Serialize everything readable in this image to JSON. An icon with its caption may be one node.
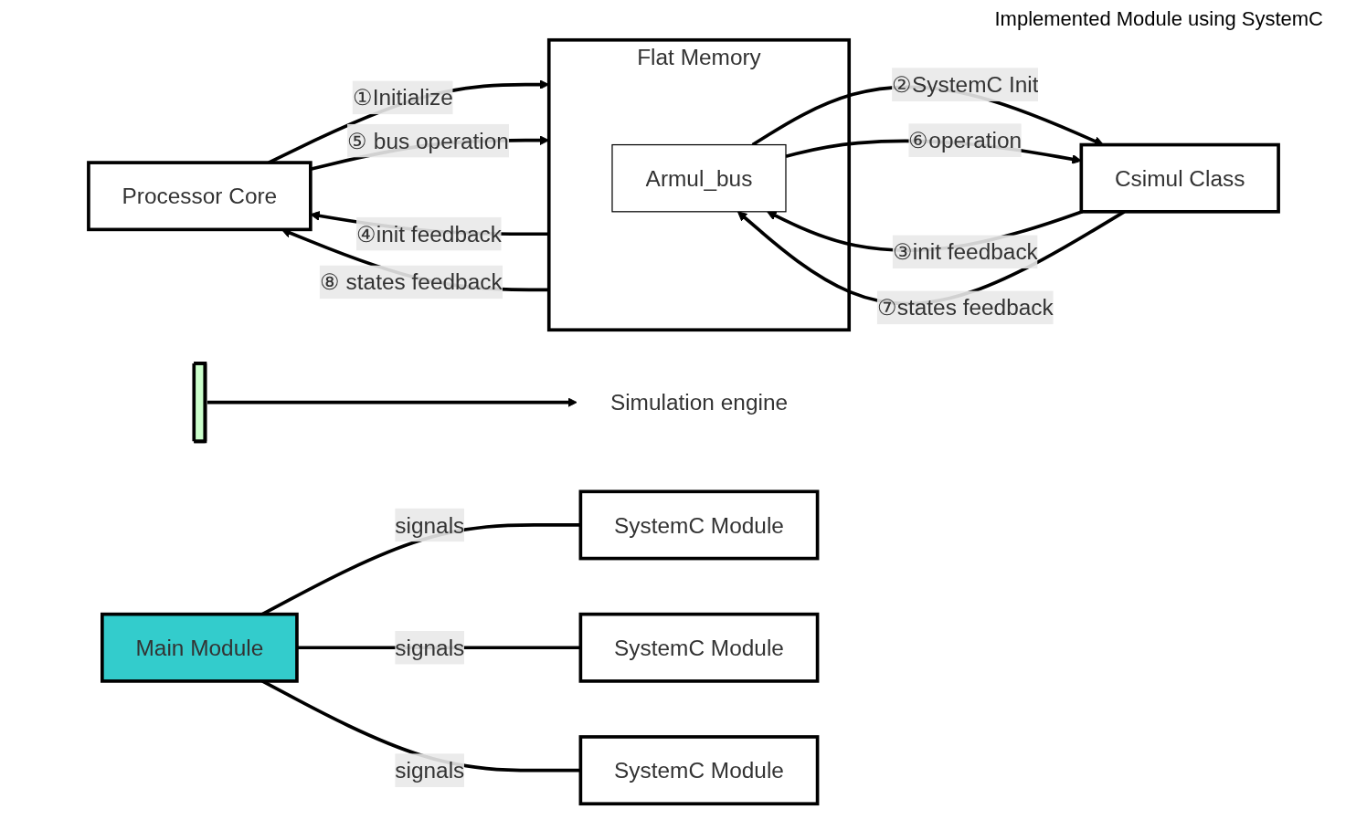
{
  "diagram": {
    "nodes": [
      {
        "text": [
          "Processor Core"
        ]
      },
      {
        "text": [
          "Flat Memory"
        ]
      },
      {
        "text": [
          "Armul_bus"
        ],
        "in": 1
      },
      {
        "text": [
          "Csimul Class"
        ]
      },
      {
        "text": [],
        "shape": "bar"
      },
      {
        "text": [
          "Simulation engine"
        ]
      },
      {
        "text": [
          "Main Module"
        ]
      },
      {
        "text": [
          "SystemC Module"
        ]
      },
      {
        "text": [
          "SystemC Module"
        ]
      },
      {
        "text": [
          "SystemC Module"
        ]
      }
    ],
    "edges": [
      {
        "from": 0,
        "to": 1,
        "arrow": "to",
        "label": "①Initialize"
      },
      {
        "from": 1,
        "to": 0,
        "arrow": "to",
        "label": "④init feedback"
      },
      {
        "from": 0,
        "to": 1,
        "arrow": "to",
        "label": "⑤ bus operation"
      },
      {
        "from": 1,
        "to": 0,
        "arrow": "to",
        "label": "⑧ states feedback"
      },
      {
        "from": 2,
        "to": 3,
        "arrow": "to",
        "label": "②SystemC Init"
      },
      {
        "from": 3,
        "to": 2,
        "arrow": "to",
        "label": "③init feedback"
      },
      {
        "from": 2,
        "to": 3,
        "arrow": "to",
        "label": "⑥operation"
      },
      {
        "from": 3,
        "to": 2,
        "arrow": "to",
        "label": "⑦states feedback"
      },
      {
        "from": 4,
        "to": 5,
        "arrow": "to"
      },
      {
        "from": 6,
        "to": 7,
        "arrow": "none",
        "label": "signals"
      },
      {
        "from": 6,
        "to": 8,
        "arrow": "none",
        "label": "signals"
      },
      {
        "from": 6,
        "to": 9,
        "arrow": "none",
        "label": "signals"
      }
    ],
    "labels": [
      "Implemented Module using SystemC"
    ]
  }
}
